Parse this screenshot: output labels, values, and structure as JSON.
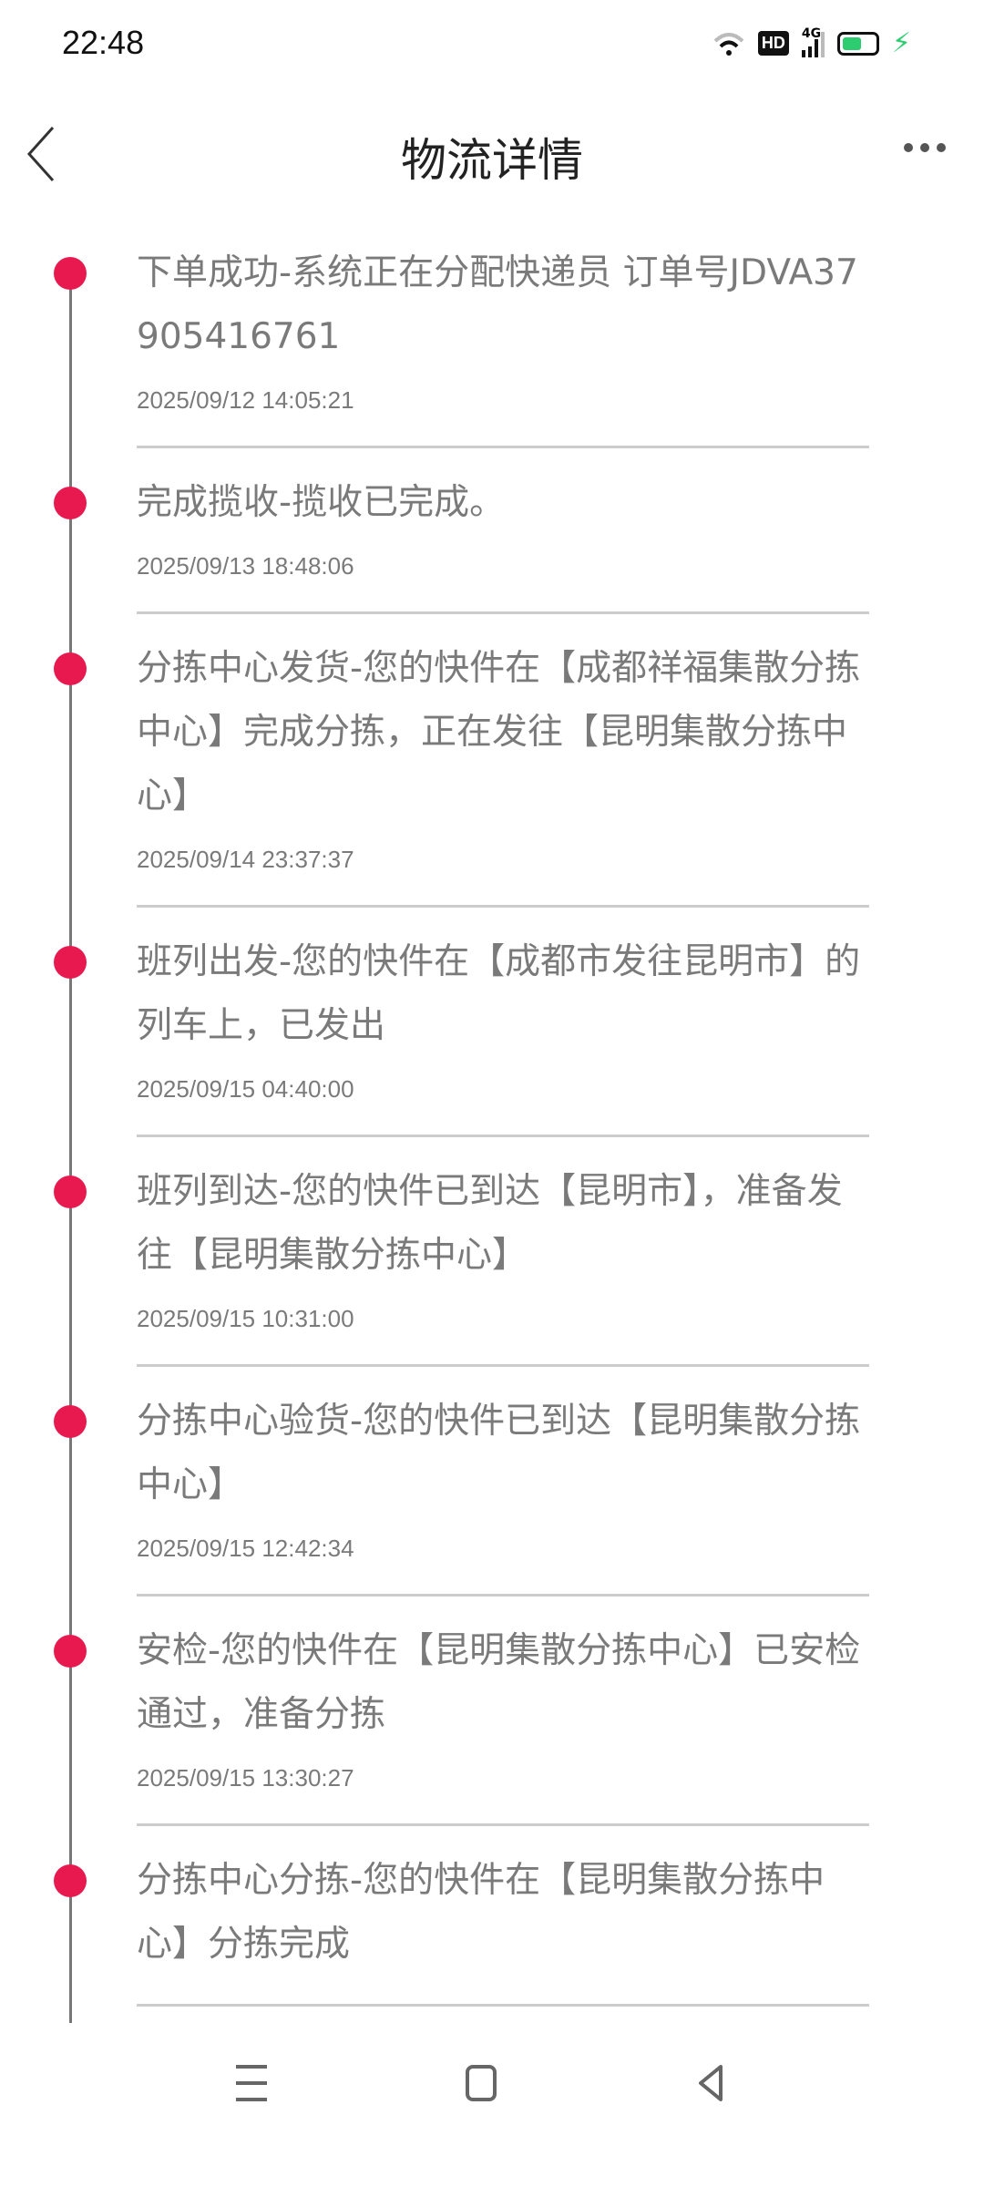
{
  "status_bar": {
    "time": "22:48",
    "hd_label": "HD",
    "network": "4G",
    "battery_level": 0.6
  },
  "header": {
    "title": "物流详情"
  },
  "colors": {
    "accent": "#e8194f",
    "text": "#7a7a7a",
    "title": "#222222"
  },
  "timeline": [
    {
      "text": "下单成功-系统正在分配快递员 订单号JDVA37905416761",
      "time": "2025/09/12 14:05:21"
    },
    {
      "text": "完成揽收-揽收已完成。",
      "time": "2025/09/13 18:48:06"
    },
    {
      "text": "分拣中心发货-您的快件在【成都祥福集散分拣中心】完成分拣，正在发往【昆明集散分拣中心】",
      "time": "2025/09/14 23:37:37"
    },
    {
      "text": "班列出发-您的快件在【成都市发往昆明市】的列车上，已发出",
      "time": "2025/09/15 04:40:00"
    },
    {
      "text": "班列到达-您的快件已到达【昆明市】，准备发往【昆明集散分拣中心】",
      "time": "2025/09/15 10:31:00"
    },
    {
      "text": "分拣中心验货-您的快件已到达【昆明集散分拣中心】",
      "time": "2025/09/15 12:42:34"
    },
    {
      "text": "安检-您的快件在【昆明集散分拣中心】已安检通过，准备分拣",
      "time": "2025/09/15 13:30:27"
    },
    {
      "text": "分拣中心分拣-您的快件在【昆明集散分拣中心】分拣完成",
      "time": ""
    }
  ]
}
